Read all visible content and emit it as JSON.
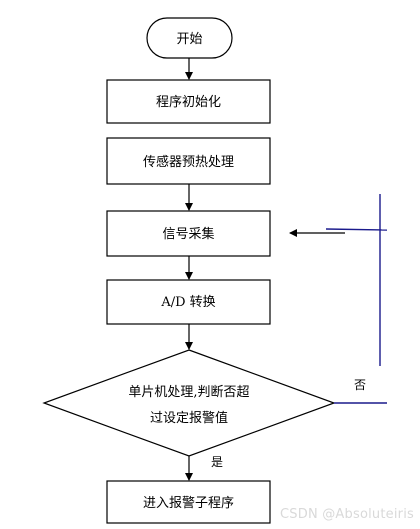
{
  "nodes": {
    "start": "开始",
    "init": "程序初始化",
    "preheat": "传感器预热处理",
    "acquire": "信号采集",
    "adc": "A/D 转换",
    "decision_line1": "单片机处理,判断否超",
    "decision_line2": "过设定报警值",
    "alarm": "进入报警子程序"
  },
  "edges": {
    "yes": "是",
    "no": "否"
  },
  "watermark": "CSDN @Absoluteiris",
  "colors": {
    "stroke": "#000000",
    "loop_line": "#1a1a8c",
    "watermark": "#d9d9d9"
  }
}
